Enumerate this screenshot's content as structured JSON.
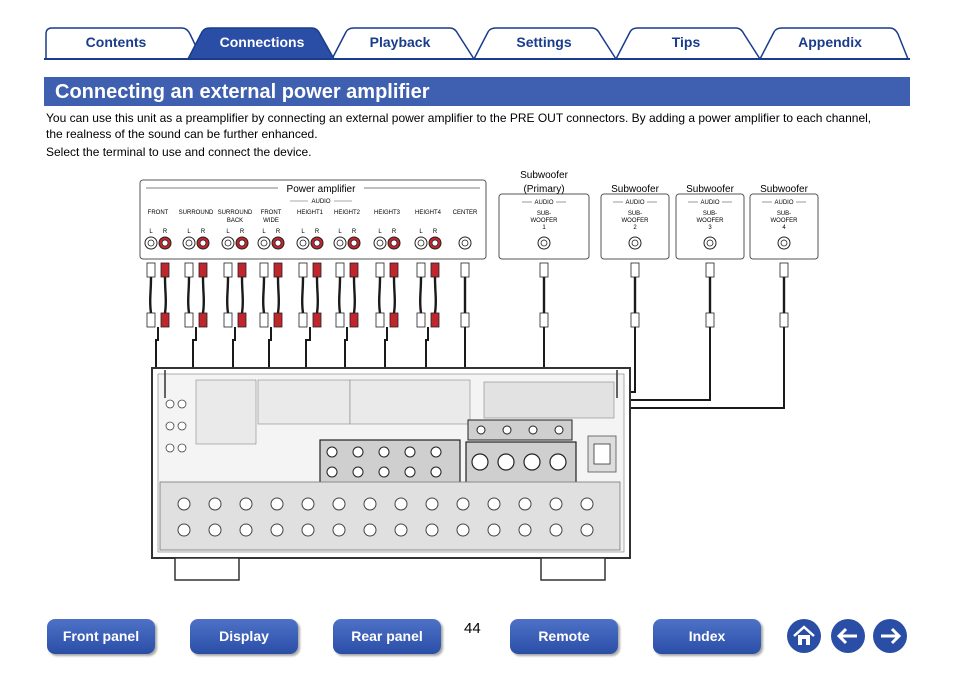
{
  "tabs": [
    {
      "label": "Contents",
      "active": false
    },
    {
      "label": "Connections",
      "active": true
    },
    {
      "label": "Playback",
      "active": false
    },
    {
      "label": "Settings",
      "active": false
    },
    {
      "label": "Tips",
      "active": false
    },
    {
      "label": "Appendix",
      "active": false
    }
  ],
  "page": {
    "title": "Connecting an external power amplifier",
    "paragraph1": "You can use this unit as a preamplifier by connecting an external power amplifier to the PRE OUT connectors. By adding a power amplifier to each channel, the realness of the sound can be further enhanced.",
    "paragraph2": "Select the terminal to use and connect the device.",
    "page_number": "44"
  },
  "diagram": {
    "power_amp": {
      "title": "Power amplifier",
      "audio": "AUDIO",
      "channels": [
        {
          "name": "FRONT",
          "lr": true
        },
        {
          "name": "SURROUND",
          "lr": true
        },
        {
          "name": "SURROUND BACK",
          "lr": true
        },
        {
          "name": "FRONT WIDE",
          "lr": true
        },
        {
          "name": "HEIGHT1",
          "lr": true
        },
        {
          "name": "HEIGHT2",
          "lr": true
        },
        {
          "name": "HEIGHT3",
          "lr": true
        },
        {
          "name": "HEIGHT4",
          "lr": true
        },
        {
          "name": "CENTER",
          "lr": false
        }
      ],
      "left_label": "L",
      "right_label": "R"
    },
    "subwoofers": [
      {
        "title_line1": "Subwoofer",
        "title_line2": "(Primary)",
        "audio": "AUDIO",
        "conn_line1": "SUB-",
        "conn_line2": "WOOFER",
        "conn_line3": "1"
      },
      {
        "title_line1": "Subwoofer",
        "title_line2": "",
        "audio": "AUDIO",
        "conn_line1": "SUB-",
        "conn_line2": "WOOFER",
        "conn_line3": "2"
      },
      {
        "title_line1": "Subwoofer",
        "title_line2": "",
        "audio": "AUDIO",
        "conn_line1": "SUB-",
        "conn_line2": "WOOFER",
        "conn_line3": "3"
      },
      {
        "title_line1": "Subwoofer",
        "title_line2": "",
        "audio": "AUDIO",
        "conn_line1": "SUB-",
        "conn_line2": "WOOFER",
        "conn_line3": "4"
      }
    ],
    "colors": {
      "red_plug": "#c0262d",
      "white_plug": "#e8e8e8",
      "cable": "#1a1a1a",
      "panel": "#e6e6e6"
    }
  },
  "nav": {
    "front_panel": "Front panel",
    "display": "Display",
    "rear_panel": "Rear panel",
    "remote": "Remote",
    "index": "Index",
    "home_icon": "home-icon",
    "back_icon": "arrow-left-icon",
    "forward_icon": "arrow-right-icon"
  }
}
